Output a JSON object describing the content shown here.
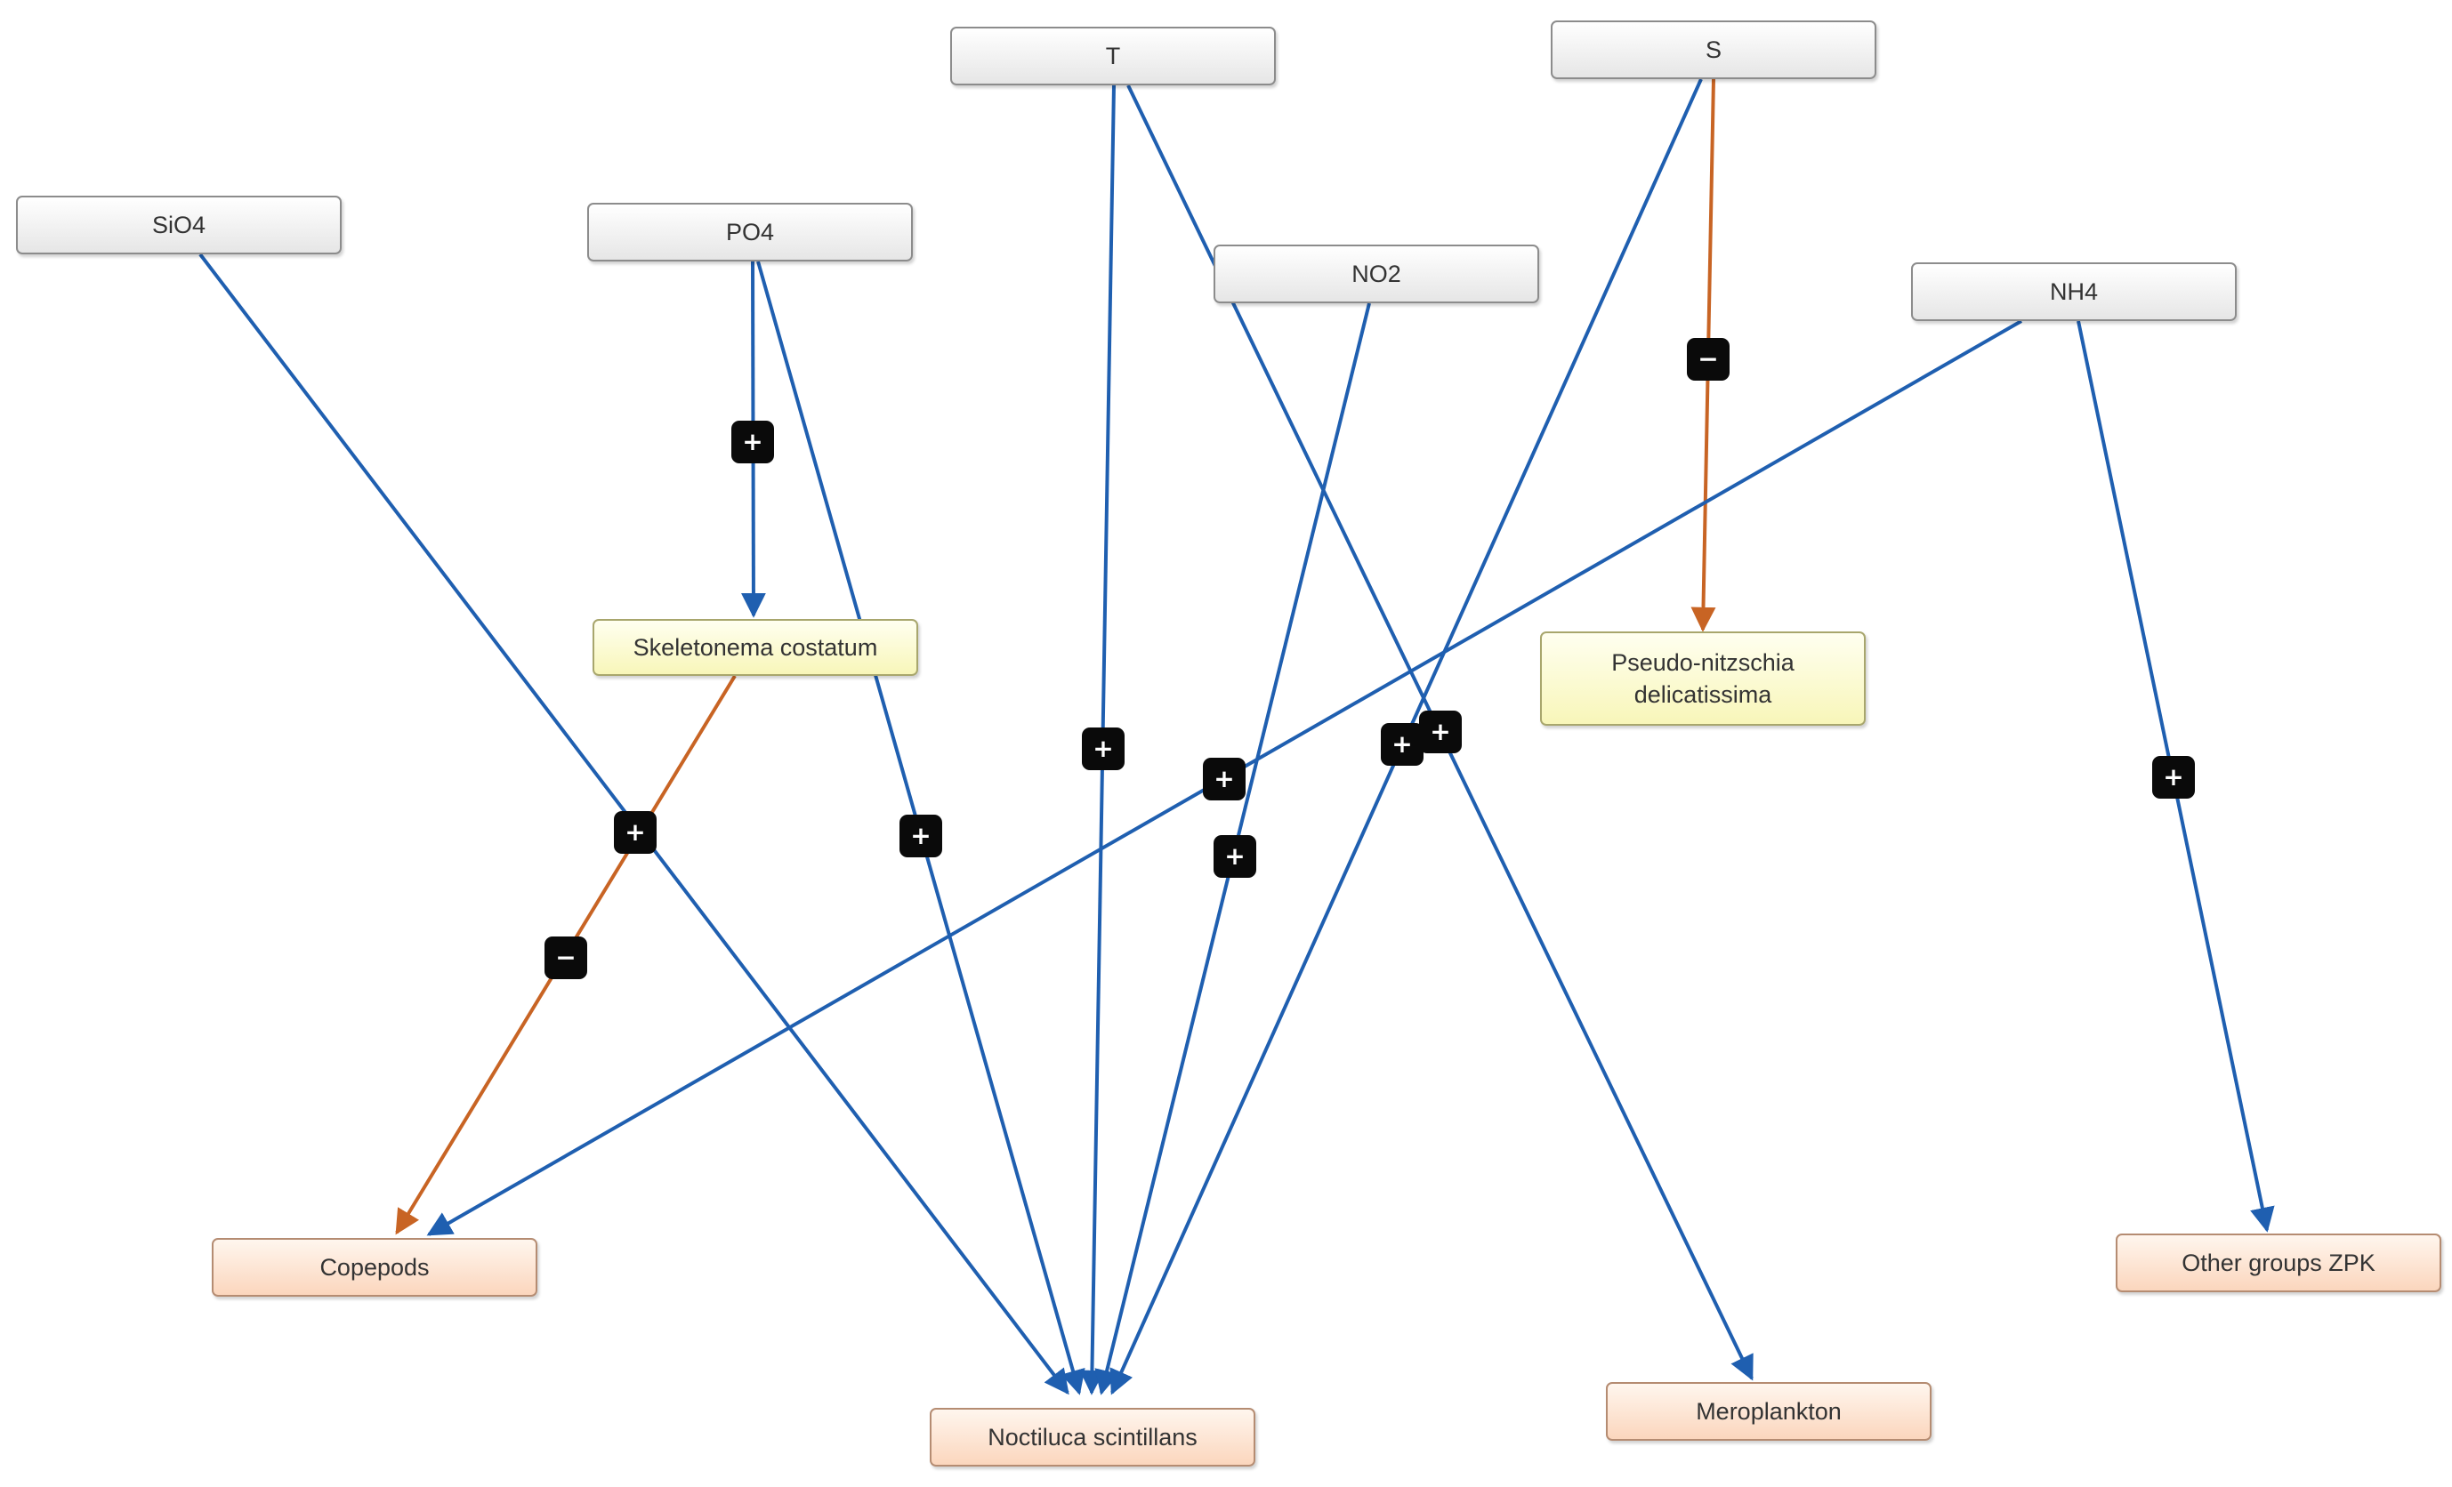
{
  "colors": {
    "positive_edge": "#1f5fb0",
    "negative_edge": "#c86424",
    "sign_badge": "#0a0a0a",
    "sign_text": "#ffffff"
  },
  "nodes": [
    {
      "id": "T",
      "label": "T",
      "kind": "driver"
    },
    {
      "id": "S",
      "label": "S",
      "kind": "driver"
    },
    {
      "id": "SiO4",
      "label": "SiO4",
      "kind": "driver"
    },
    {
      "id": "PO4",
      "label": "PO4",
      "kind": "driver"
    },
    {
      "id": "NO2",
      "label": "NO2",
      "kind": "driver"
    },
    {
      "id": "NH4",
      "label": "NH4",
      "kind": "driver"
    },
    {
      "id": "skel",
      "label": "Skeletonema costatum",
      "kind": "phyto"
    },
    {
      "id": "pseudo",
      "label": "Pseudo-nitzschia delicatissima",
      "kind": "phyto"
    },
    {
      "id": "cope",
      "label": "Copepods",
      "kind": "zoo"
    },
    {
      "id": "noct",
      "label": "Noctiluca scintillans",
      "kind": "zoo"
    },
    {
      "id": "mero",
      "label": "Meroplankton",
      "kind": "zoo"
    },
    {
      "id": "other",
      "label": "Other groups ZPK",
      "kind": "zoo"
    }
  ],
  "edges": [
    {
      "from": "PO4",
      "to": "skel",
      "sign": "+"
    },
    {
      "from": "PO4",
      "to": "noct",
      "sign": "+"
    },
    {
      "from": "SiO4",
      "to": "noct",
      "sign": "+"
    },
    {
      "from": "skel",
      "to": "cope",
      "sign": "−"
    },
    {
      "from": "T",
      "to": "noct",
      "sign": "+"
    },
    {
      "from": "T",
      "to": "mero",
      "sign": "+"
    },
    {
      "from": "NO2",
      "to": "noct",
      "sign": "+"
    },
    {
      "from": "S",
      "to": "noct",
      "sign": "+"
    },
    {
      "from": "S",
      "to": "pseudo",
      "sign": "−"
    },
    {
      "from": "NH4",
      "to": "cope",
      "sign": "+"
    },
    {
      "from": "NH4",
      "to": "other",
      "sign": "+"
    }
  ]
}
